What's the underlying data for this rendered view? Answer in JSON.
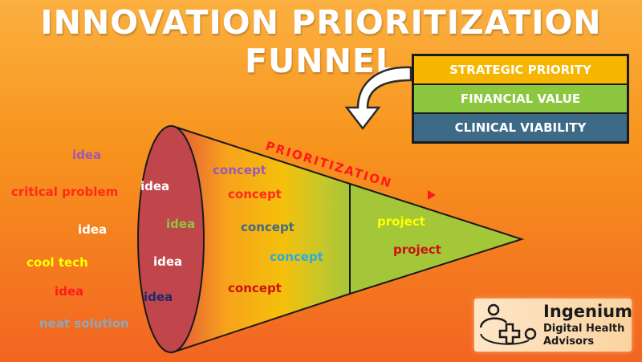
{
  "title": "INNOVATION PRIORITIZATION FUNNEL",
  "legend": [
    {
      "label": "STRATEGIC PRIORITY",
      "color": "#f7b500"
    },
    {
      "label": "FINANCIAL VALUE",
      "color": "#8dc63f"
    },
    {
      "label": "CLINICAL VIABILITY",
      "color": "#3d6a86"
    }
  ],
  "arrow_label": "PRIORITIZATION",
  "outside_ideas": [
    {
      "text": "idea",
      "color": "#9b59b6"
    },
    {
      "text": "critical problem",
      "color": "#ff2a1a"
    },
    {
      "text": "idea",
      "color": "#ffffff"
    },
    {
      "text": "cool tech",
      "color": "#ffff00"
    },
    {
      "text": "idea",
      "color": "#ff1a1a"
    },
    {
      "text": "neat solution",
      "color": "#8fa7b8"
    }
  ],
  "ellipse_ideas": [
    {
      "text": "idea",
      "color": "#ffffff"
    },
    {
      "text": "idea",
      "color": "#8dc63f"
    },
    {
      "text": "idea",
      "color": "#ffffff"
    },
    {
      "text": "idea",
      "color": "#1b2a6b"
    }
  ],
  "concepts": [
    {
      "text": "concept",
      "color": "#9b59b6"
    },
    {
      "text": "concept",
      "color": "#ff2a1a"
    },
    {
      "text": "concept",
      "color": "#3d6a86"
    },
    {
      "text": "concept",
      "color": "#29abe2"
    },
    {
      "text": "concept",
      "color": "#d01010"
    }
  ],
  "projects": [
    {
      "text": "project",
      "color": "#ffff00"
    },
    {
      "text": "project",
      "color": "#d01010"
    }
  ],
  "logo": {
    "name": "Ingenium",
    "line1": "Digital Health",
    "line2": "Advisors"
  }
}
